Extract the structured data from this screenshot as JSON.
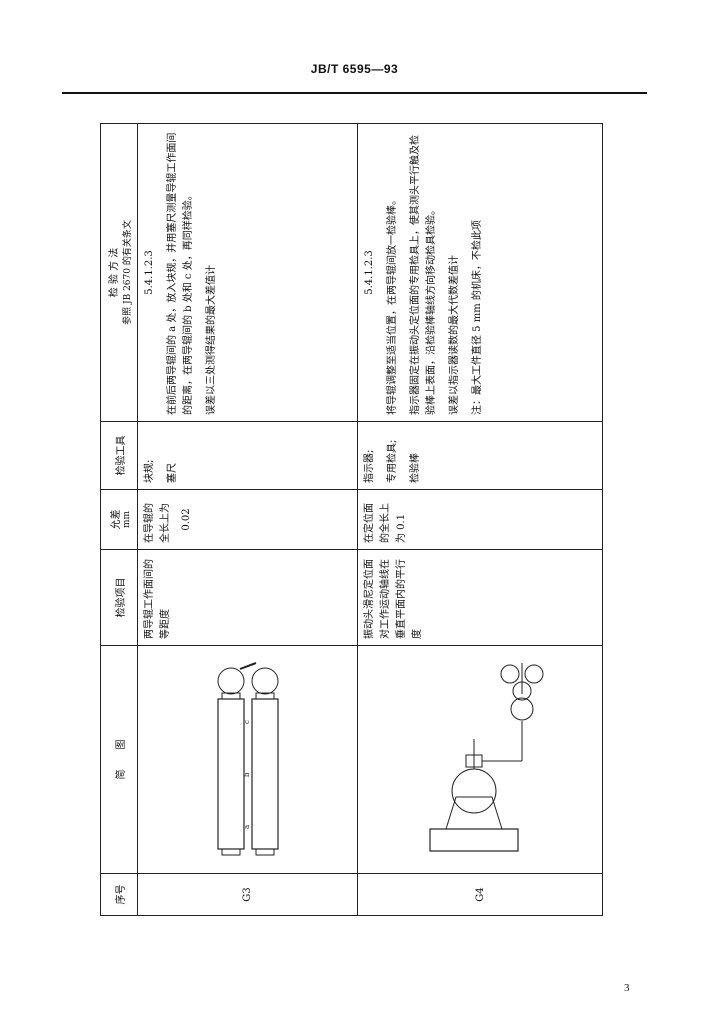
{
  "doc_code": "JB/T 6595—93",
  "page_number": "3",
  "table": {
    "headers": {
      "no": "序号",
      "diagram": "简　　图",
      "item": "检验项目",
      "tolerance": "允差",
      "tolerance_unit": "mm",
      "tools": "检验工具",
      "method": "检 验 方 法",
      "method_ref": "参照 JB 2670 的有关条文"
    },
    "rows": [
      {
        "no": "G3",
        "item": "两导辊工作面间的等距度",
        "tolerance_text": "在导辊的全长上为",
        "tolerance_value": "0.02",
        "tools": [
          "块规;",
          "塞尺"
        ],
        "method_ref": "5.4.1.2.3",
        "method": [
          "在前后两导辊间的 a 处，放入块规，并用塞尺测量导辊工作面间的距离，在两导辊间的 b 处和 c 处，再同样检验。",
          "误差以三处测得结果的最大差值计"
        ]
      },
      {
        "no": "G4",
        "item": "振动头滑尼定位面对工作运动轴线在垂直平面内的平行度",
        "tolerance_text": "在定位面的全长上为 0.1",
        "tools": [
          "指示器;",
          "专用检具;",
          "检验棒"
        ],
        "method_ref": "5.4.1.2.3",
        "method": [
          "将导辊调整至适当位置，在两导辊间放一检验棒。",
          "指示器固定在振动头定位面的专用检具上，使其测头平行触及检验棒上表面，沿检验棒轴线方向移动检具检验。",
          "误差以指示器读数的最大代数差值计",
          "注：最大工件直径 5 mm 的机床，不检此项"
        ]
      }
    ]
  }
}
